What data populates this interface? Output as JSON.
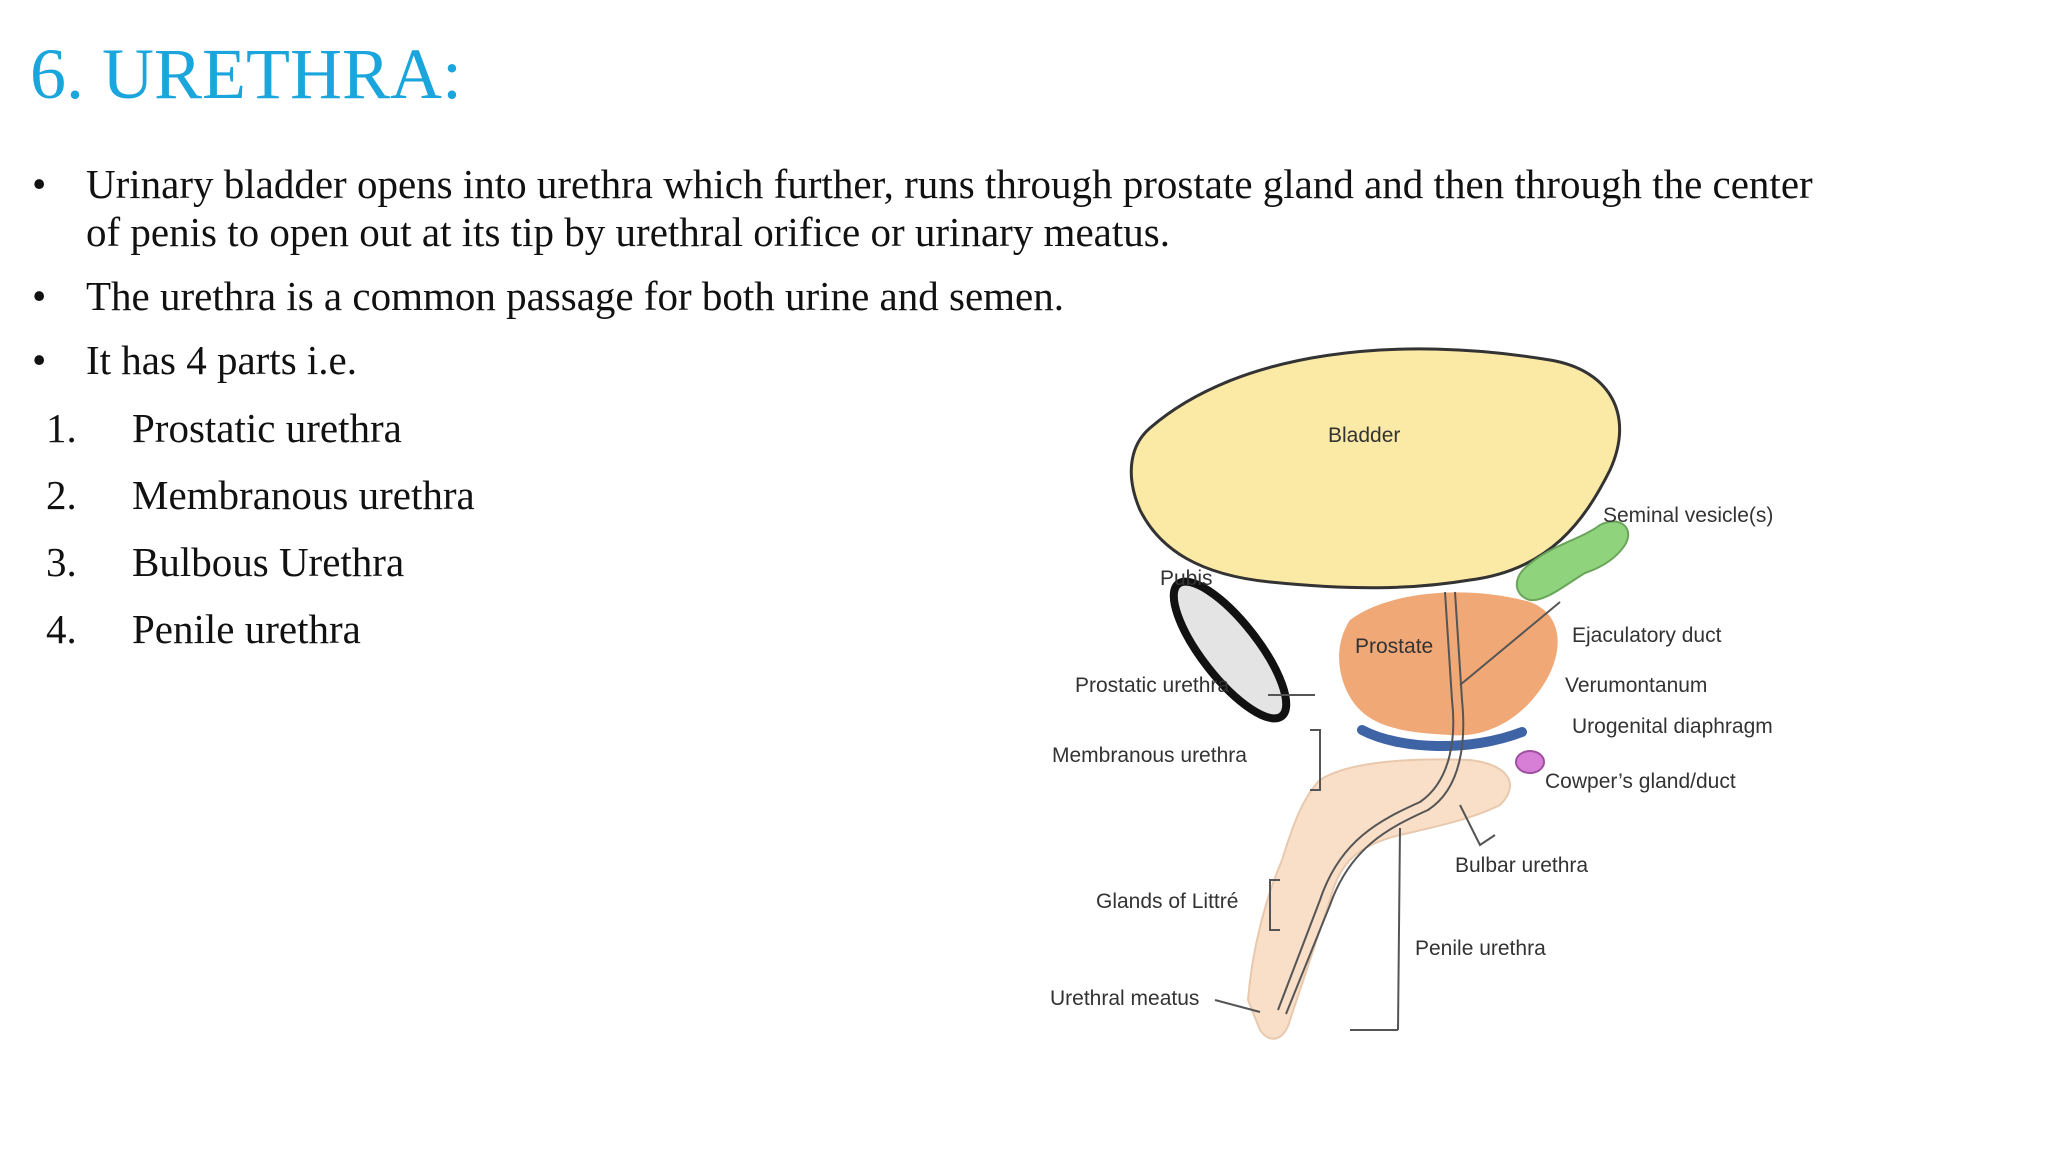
{
  "slide": {
    "title": "6. URETHRA:",
    "bullets": [
      "Urinary bladder opens into urethra which further, runs through prostate gland and then through the center of penis to open out at its tip by urethral orifice or urinary meatus.",
      "The urethra is a common passage for both urine and semen.",
      "It has 4 parts i.e."
    ],
    "bullet_symbol": "•",
    "parts": [
      {
        "num": "1.",
        "label": "Prostatic urethra"
      },
      {
        "num": "2.",
        "label": "Membranous urethra"
      },
      {
        "num": "3.",
        "label": "Bulbous Urethra"
      },
      {
        "num": "4.",
        "label": "Penile urethra"
      }
    ]
  },
  "diagram": {
    "labels": {
      "bladder": "Bladder",
      "seminal_vesicles": "Seminal vesicle(s)",
      "pubis": "Pubis",
      "prostate": "Prostate",
      "ejaculatory_duct": "Ejaculatory duct",
      "prostatic_urethra": "Prostatic urethra",
      "verumontanum": "Verumontanum",
      "urogenital_diaphragm": "Urogenital diaphragm",
      "membranous_urethra": "Membranous urethra",
      "cowpers_gland": "Cowper’s gland/duct",
      "bulbar_urethra": "Bulbar urethra",
      "glands_of_littre": "Glands of Littré",
      "penile_urethra": "Penile urethra",
      "urethral_meatus": "Urethral meatus"
    },
    "colors": {
      "bladder": "#fbeaa6",
      "prostate": "#f1a877",
      "seminal_vesicle": "#8fd37d",
      "diaphragm": "#3f64a6",
      "cowper": "#d77fd7",
      "penis": "#f9dfc8",
      "pubis": "#e4e4e4"
    }
  }
}
